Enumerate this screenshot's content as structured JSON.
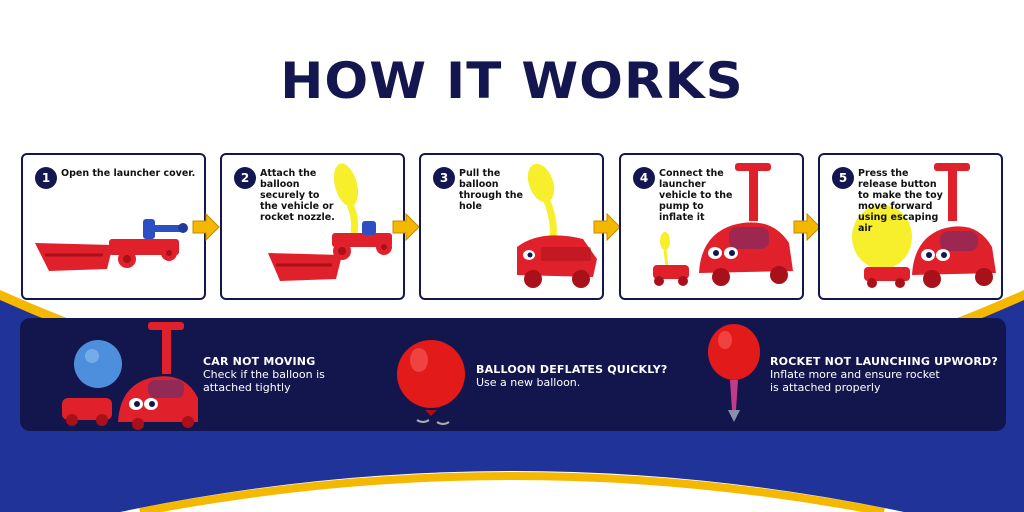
{
  "title": "HOW IT WORKS",
  "colors": {
    "navy": "#14174f",
    "blue": "#1f3399",
    "yellow": "#f5b800",
    "red": "#e0202a",
    "balloon_yellow": "#f7ef2c"
  },
  "steps": [
    {
      "num": "1",
      "text": "Open the launcher cover."
    },
    {
      "num": "2",
      "text": "Attach the balloon securely to the vehicle or rocket nozzle."
    },
    {
      "num": "3",
      "text": "Pull the balloon through the hole"
    },
    {
      "num": "4",
      "text": "Connect the launcher vehicle to the pump to inflate it"
    },
    {
      "num": "5",
      "text": "Press the release button to make the toy move forward using escaping air"
    }
  ],
  "tips": [
    {
      "heading": "CAR NOT MOVING",
      "body_line1": "Check if the balloon is",
      "body_line2": "attached tightly"
    },
    {
      "heading": "BALLOON DEFLATES QUICKLY?",
      "body_line1": "Use a new balloon.",
      "body_line2": ""
    },
    {
      "heading": "ROCKET NOT LAUNCHING UPWORD?",
      "body_line1": "Inflate more and ensure rocket",
      "body_line2": "is attached properly"
    }
  ]
}
